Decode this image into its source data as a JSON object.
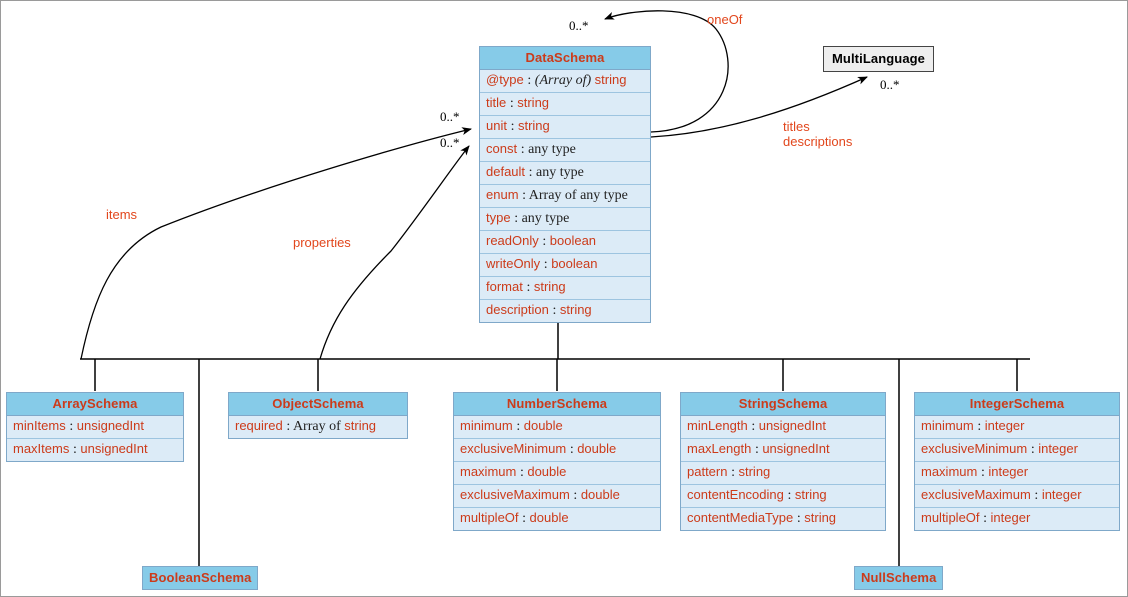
{
  "diagram": {
    "title": "WoT Thing Description DataSchema UML",
    "colors": {
      "class_header": "#86cbe8",
      "class_body": "#dcebf7",
      "class_border": "#7fa8c9",
      "class_title_text": "#cc3b1a",
      "attribute_text": "#cc3b1a",
      "type_text_serif": "#222222",
      "edge_label": "#e2471d",
      "external_class_bg": "#eeeeee",
      "edge_line": "#000000",
      "canvas_bg": "#ffffff",
      "canvas_border": "#9a9a9a"
    }
  },
  "classes": {
    "data_schema": {
      "name": "DataSchema",
      "attributes": [
        {
          "name": "@type",
          "sep": ":",
          "qualifier": "(Array of)",
          "type": "string",
          "type_style": "accent"
        },
        {
          "name": "title",
          "sep": ":",
          "qualifier": "",
          "type": "string",
          "type_style": "accent"
        },
        {
          "name": "unit",
          "sep": ":",
          "qualifier": "",
          "type": "string",
          "type_style": "accent"
        },
        {
          "name": "const",
          "sep": ":",
          "qualifier": "",
          "type": "any type",
          "type_style": "serif"
        },
        {
          "name": "default",
          "sep": ":",
          "qualifier": "",
          "type": "any type",
          "type_style": "serif"
        },
        {
          "name": "enum",
          "sep": ":",
          "qualifier": "",
          "type": "Array of any type",
          "type_style": "serif"
        },
        {
          "name": "type",
          "sep": ":",
          "qualifier": "",
          "type": "any type",
          "type_style": "serif"
        },
        {
          "name": "readOnly",
          "sep": ":",
          "qualifier": "",
          "type": "boolean",
          "type_style": "accent"
        },
        {
          "name": "writeOnly",
          "sep": ":",
          "qualifier": "",
          "type": "boolean",
          "type_style": "accent"
        },
        {
          "name": "format",
          "sep": ":",
          "qualifier": "",
          "type": "string",
          "type_style": "accent"
        },
        {
          "name": "description",
          "sep": ":",
          "qualifier": "",
          "type": "string",
          "type_style": "accent"
        }
      ]
    },
    "multi_language": {
      "name": "MultiLanguage",
      "attributes": []
    },
    "array_schema": {
      "name": "ArraySchema",
      "attributes": [
        {
          "name": "minItems",
          "sep": ":",
          "qualifier": "",
          "type": "unsignedInt",
          "type_style": "accent"
        },
        {
          "name": "maxItems",
          "sep": ":",
          "qualifier": "",
          "type": "unsignedInt",
          "type_style": "accent"
        }
      ]
    },
    "object_schema": {
      "name": "ObjectSchema",
      "attributes": [
        {
          "name": "required",
          "sep": ":",
          "qualifier": "Array of",
          "type": "string",
          "type_style": "accent"
        }
      ]
    },
    "number_schema": {
      "name": "NumberSchema",
      "attributes": [
        {
          "name": "minimum",
          "sep": ":",
          "qualifier": "",
          "type": "double",
          "type_style": "accent"
        },
        {
          "name": "exclusiveMinimum",
          "sep": ":",
          "qualifier": "",
          "type": "double",
          "type_style": "accent"
        },
        {
          "name": "maximum",
          "sep": ":",
          "qualifier": "",
          "type": "double",
          "type_style": "accent"
        },
        {
          "name": "exclusiveMaximum",
          "sep": ":",
          "qualifier": "",
          "type": "double",
          "type_style": "accent"
        },
        {
          "name": "multipleOf",
          "sep": ":",
          "qualifier": "",
          "type": "double",
          "type_style": "accent"
        }
      ]
    },
    "string_schema": {
      "name": "StringSchema",
      "attributes": [
        {
          "name": "minLength",
          "sep": ":",
          "qualifier": "",
          "type": "unsignedInt",
          "type_style": "accent"
        },
        {
          "name": "maxLength",
          "sep": ":",
          "qualifier": "",
          "type": "unsignedInt",
          "type_style": "accent"
        },
        {
          "name": "pattern",
          "sep": ":",
          "qualifier": "",
          "type": "string",
          "type_style": "accent"
        },
        {
          "name": "contentEncoding",
          "sep": ":",
          "qualifier": "",
          "type": "string",
          "type_style": "accent"
        },
        {
          "name": "contentMediaType",
          "sep": ":",
          "qualifier": "",
          "type": "string",
          "type_style": "accent"
        }
      ]
    },
    "integer_schema": {
      "name": "IntegerSchema",
      "attributes": [
        {
          "name": "minimum",
          "sep": ":",
          "qualifier": "",
          "type": "integer",
          "type_style": "accent"
        },
        {
          "name": "exclusiveMinimum",
          "sep": ":",
          "qualifier": "",
          "type": "integer",
          "type_style": "accent"
        },
        {
          "name": "maximum",
          "sep": ":",
          "qualifier": "",
          "type": "integer",
          "type_style": "accent"
        },
        {
          "name": "exclusiveMaximum",
          "sep": ":",
          "qualifier": "",
          "type": "integer",
          "type_style": "accent"
        },
        {
          "name": "multipleOf",
          "sep": ":",
          "qualifier": "",
          "type": "integer",
          "type_style": "accent"
        }
      ]
    },
    "boolean_schema": {
      "name": "BooleanSchema",
      "attributes": []
    },
    "null_schema": {
      "name": "NullSchema",
      "attributes": []
    }
  },
  "edge_labels": {
    "one_of": "oneOf",
    "items": "items",
    "properties": "properties",
    "titles_descriptions_line1": "titles",
    "titles_descriptions_line2": "descriptions"
  },
  "multiplicities": {
    "one_of": "0..*",
    "items": "0..*",
    "properties": "0..*",
    "multi_language": "0..*"
  }
}
